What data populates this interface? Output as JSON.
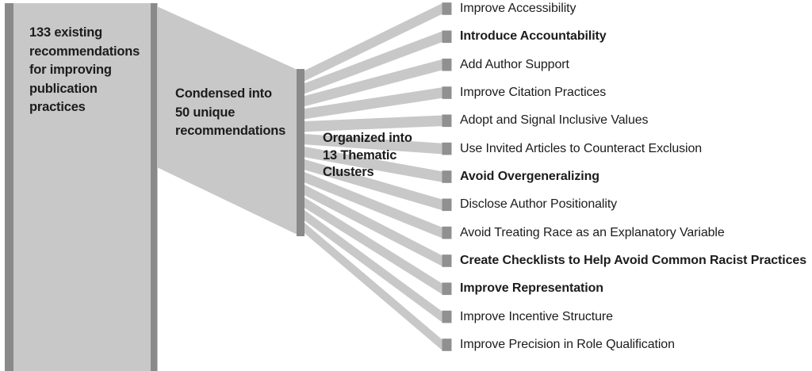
{
  "figure": {
    "stage1_label": "133 existing\nrecommendations\nfor improving\npublication\npractices",
    "stage2_label": "Condensed into\n50 unique\nrecommendations",
    "stage3_label": "Organized into\n13 Thematic\nClusters"
  },
  "clusters": {
    "count": 13,
    "items": [
      {
        "label": "Improve Accessibility",
        "bold": false
      },
      {
        "label": "Introduce Accountability",
        "bold": true
      },
      {
        "label": "Add Author Support",
        "bold": false
      },
      {
        "label": "Improve Citation Practices",
        "bold": false
      },
      {
        "label": "Adopt and Signal Inclusive Values",
        "bold": false
      },
      {
        "label": "Use Invited Articles to Counteract Exclusion",
        "bold": false
      },
      {
        "label": "Avoid Overgeneralizing",
        "bold": true
      },
      {
        "label": "Disclose Author Positionality",
        "bold": false
      },
      {
        "label": "Avoid Treating Race as an Explanatory Variable",
        "bold": false
      },
      {
        "label": "Create Checklists to Help Avoid Common Racist Practices",
        "bold": true
      },
      {
        "label": "Improve Representation",
        "bold": true
      },
      {
        "label": "Improve Incentive Structure",
        "bold": false
      },
      {
        "label": "Improve Precision in Role Qualification",
        "bold": false
      }
    ]
  },
  "colors": {
    "band_light": "#c8c8c8",
    "edge_dark": "#8a8a8a",
    "node_square": "#909090",
    "text": "#1c1c1c",
    "background": "#ffffff"
  }
}
